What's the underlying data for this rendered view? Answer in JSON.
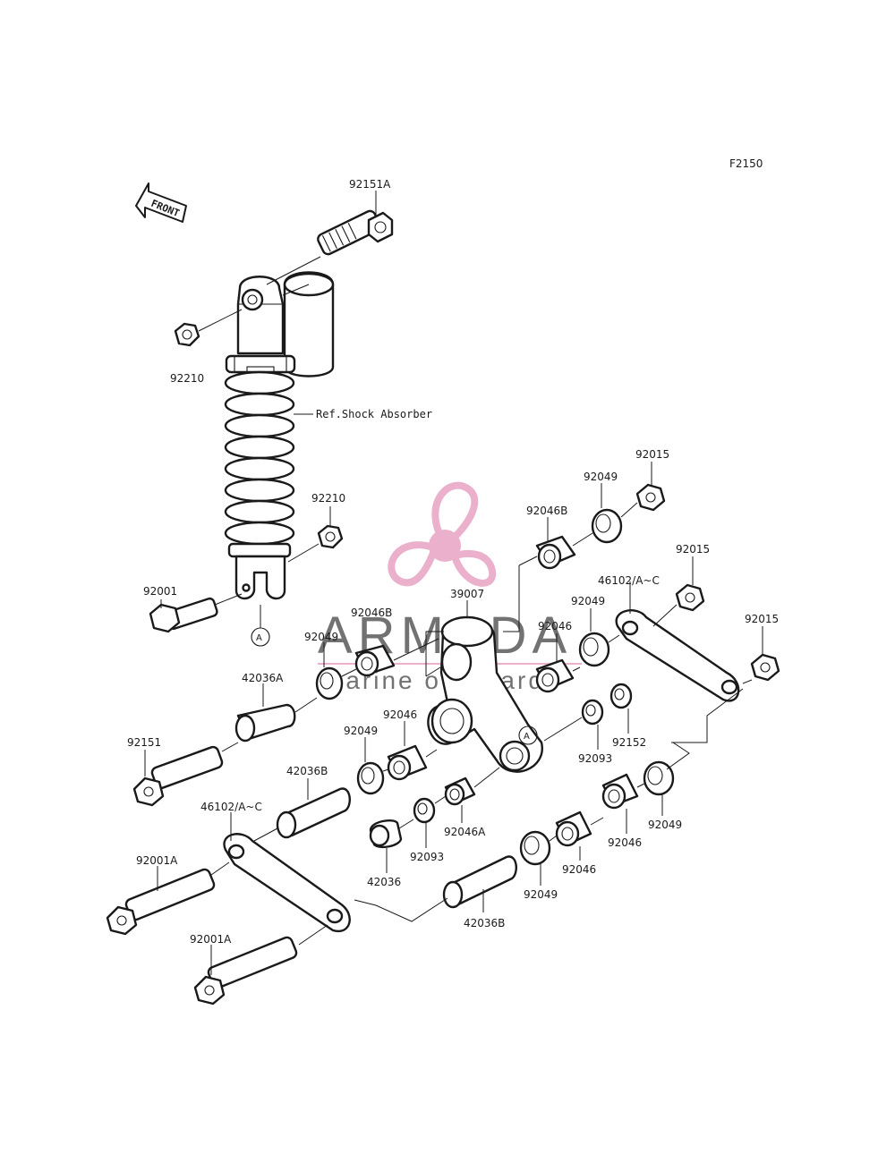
{
  "diagram_code": "F2150",
  "front_label": "FRONT",
  "ref_label": "Ref.Shock Absorber",
  "watermark": {
    "brand": "ARMADA",
    "tagline": "marine outboards",
    "color": "#e8a3c3"
  },
  "labels": {
    "p92151A": "92151A",
    "p92210_top": "92210",
    "p92210_bot": "92210",
    "p92001": "92001",
    "p92015_a": "92015",
    "p92015_b": "92015",
    "p92015_c": "92015",
    "p92049_a": "92049",
    "p92049_b": "92049",
    "p92049_c": "92049",
    "p92049_d": "92049",
    "p92049_e": "92049",
    "p92049_f": "92049",
    "p92046B_a": "92046B",
    "p92046B_b": "92046B",
    "p46102_top": "46102/A~C",
    "p46102_bot": "46102/A~C",
    "p39007": "39007",
    "p92046_a": "92046",
    "p92046_b": "92046",
    "p92046_c": "92046",
    "p92046_d": "92046",
    "p42036A": "42036A",
    "p92151": "92151",
    "p92152": "92152",
    "p92093_a": "92093",
    "p92093_b": "92093",
    "p42036B_a": "42036B",
    "p42036B_b": "42036B",
    "p92046A": "92046A",
    "p42036": "42036",
    "p92001A_a": "92001A",
    "p92001A_b": "92001A",
    "circleA_a": "A",
    "circleA_b": "A"
  }
}
